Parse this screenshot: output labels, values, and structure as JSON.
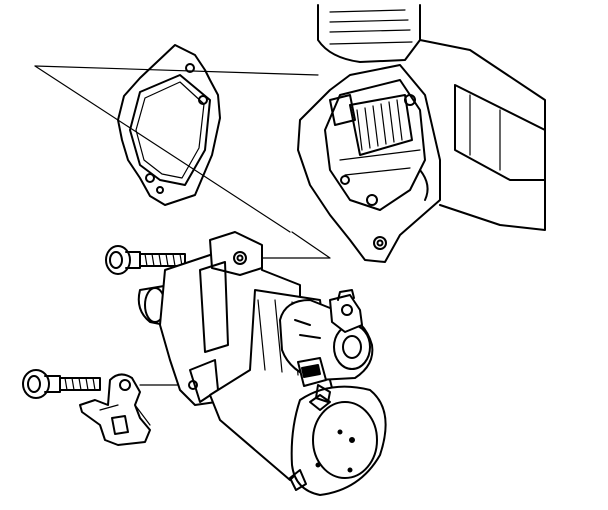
{
  "figure": {
    "parts": [
      "engine-block",
      "gasket",
      "upper-mounting-bolt",
      "lower-mounting-bolt",
      "ground-cable-terminal",
      "starter-motor",
      "solenoid",
      "wiring-connector"
    ]
  }
}
